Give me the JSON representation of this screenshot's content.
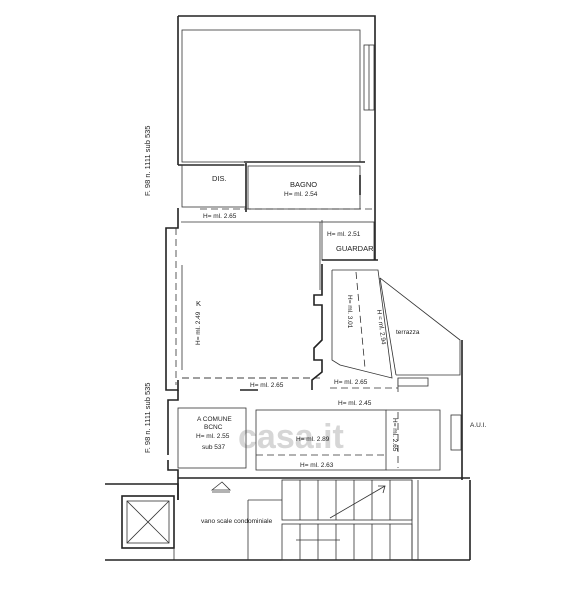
{
  "rooms": {
    "dis": "DIS.",
    "bagno": "BAGNO",
    "bagno_height": "H= ml. 2.54",
    "guardar": "GUARDAR",
    "k": "K",
    "a_comune": "A COMUNE",
    "bcnc": "BCNC",
    "bcnc_height": "H= ml. 2.55",
    "sub": "sub 537",
    "terrazza": "terrazza",
    "aui": "A.U.I.",
    "vano_scale": "vano scale condominiale"
  },
  "heights": {
    "h265_top": "H= ml. 2.65",
    "h251": "H= ml. 2.51",
    "h249": "H= ml. 2.49",
    "h301": "H= ml. 3.01",
    "h294": "H = ml. 2.94",
    "h265_mid": "H= ml. 2.65",
    "h265_right": "H= ml. 2.65",
    "h245": "H= ml. 2.45",
    "h289": "H= ml. 2.89",
    "h265_vert": "H= ml. 2.65",
    "h263": "H= ml. 2.63"
  },
  "references": {
    "ref_top": "F. 98 n. 1111 sub 535",
    "ref_bottom": "F. 98 n. 1111 sub 535"
  },
  "watermark": "casa.it"
}
